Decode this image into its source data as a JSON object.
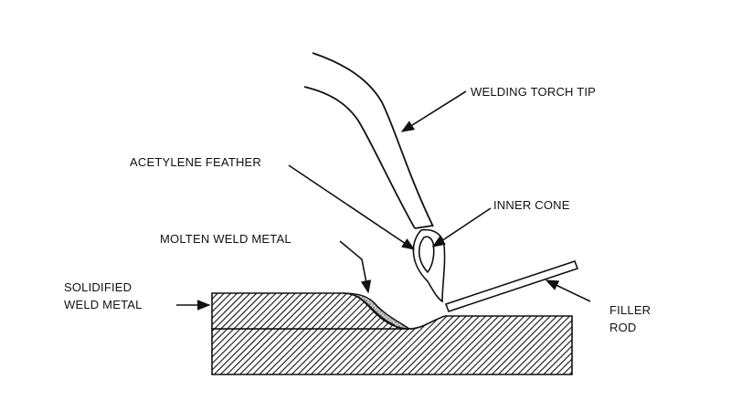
{
  "diagram": {
    "labels": {
      "welding_torch_tip": "WELDING TORCH TIP",
      "acetylene_feather": "ACETYLENE FEATHER",
      "inner_cone": "INNER CONE",
      "molten_weld_metal": "MOLTEN WELD METAL",
      "solidified_line1": "SOLIDIFIED",
      "solidified_line2": "WELD METAL",
      "filler_line1": "FILLER",
      "filler_line2": "ROD"
    },
    "colors": {
      "ink": "#111111",
      "background": "#ffffff"
    }
  }
}
